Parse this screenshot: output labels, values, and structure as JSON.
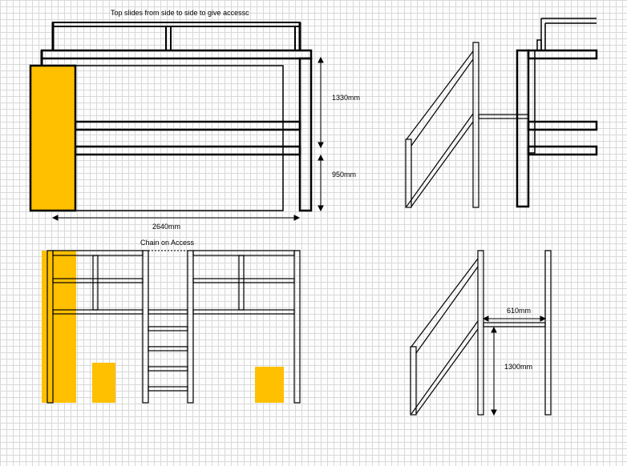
{
  "labels": {
    "top_note": "Top slides from side to side to give accessc",
    "height_upper": "1330mm",
    "height_lower": "950mm",
    "length": "2640mm",
    "chain": "Chain on Access",
    "width": "610mm",
    "height_side": "1300mm"
  },
  "colors": {
    "panel": "#ffc000",
    "stroke": "#000000",
    "grid": "#d9d9d9"
  }
}
